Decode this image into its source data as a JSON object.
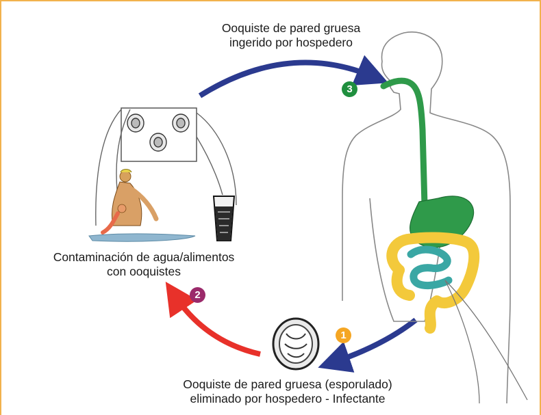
{
  "labels": {
    "top_line1": "Ooquiste de pared gruesa",
    "top_line2": "ingerido por hospedero",
    "left_line1": "Contaminación de agua/alimentos",
    "left_line2": "con ooquistes",
    "bottom_line1": "Ooquiste de pared gruesa (esporulado)",
    "bottom_line2": "eliminado por hospedero - Infectante"
  },
  "steps": [
    {
      "number": "1",
      "color": "#f5a623"
    },
    {
      "number": "2",
      "color": "#9b2a6b"
    },
    {
      "number": "3",
      "color": "#1f8f3e"
    }
  ],
  "colors": {
    "frame": "#f2b24d",
    "arrow_blue": "#2b3a8f",
    "arrow_red": "#e8312a",
    "digestive_green": "#2f9a4a",
    "small_intestine": "#3aa7a4",
    "large_intestine": "#f3c93b"
  }
}
